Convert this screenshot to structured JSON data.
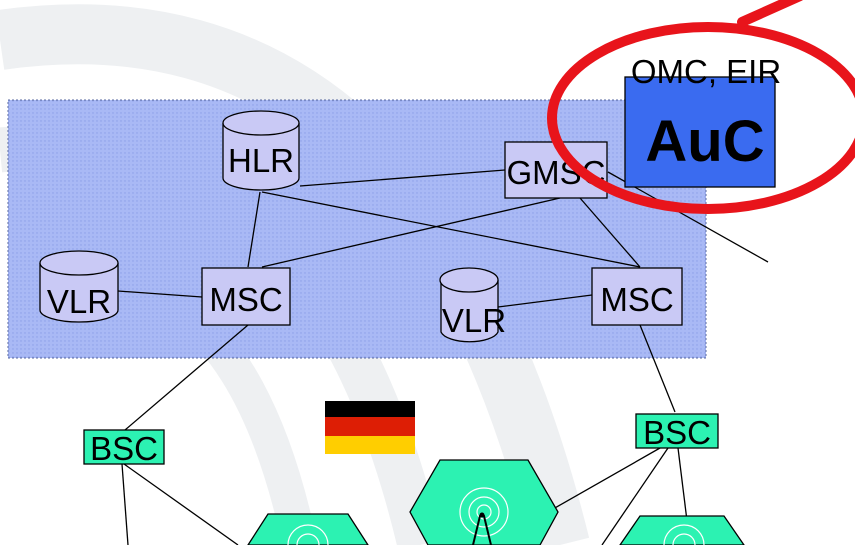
{
  "nodes": {
    "hlr": "HLR",
    "gmsc": "GMSC",
    "vlr_left": "VLR",
    "msc_left": "MSC",
    "vlr_right": "VLR",
    "msc_right": "MSC",
    "bsc_left": "BSC",
    "bsc_right": "BSC",
    "omc_eir": "OMC, EIR",
    "auc": "AuC"
  },
  "colors": {
    "network_area": "#a9b9f5",
    "node_fill": "#c9c9f5",
    "bsc_fill": "#2cf2b2",
    "bts_fill": "#2cf2b2",
    "auc_fill": "#3a6bf0",
    "highlight_ring": "#e8141b",
    "flag": [
      "#000000",
      "#dd1e05",
      "#ffce00"
    ]
  }
}
